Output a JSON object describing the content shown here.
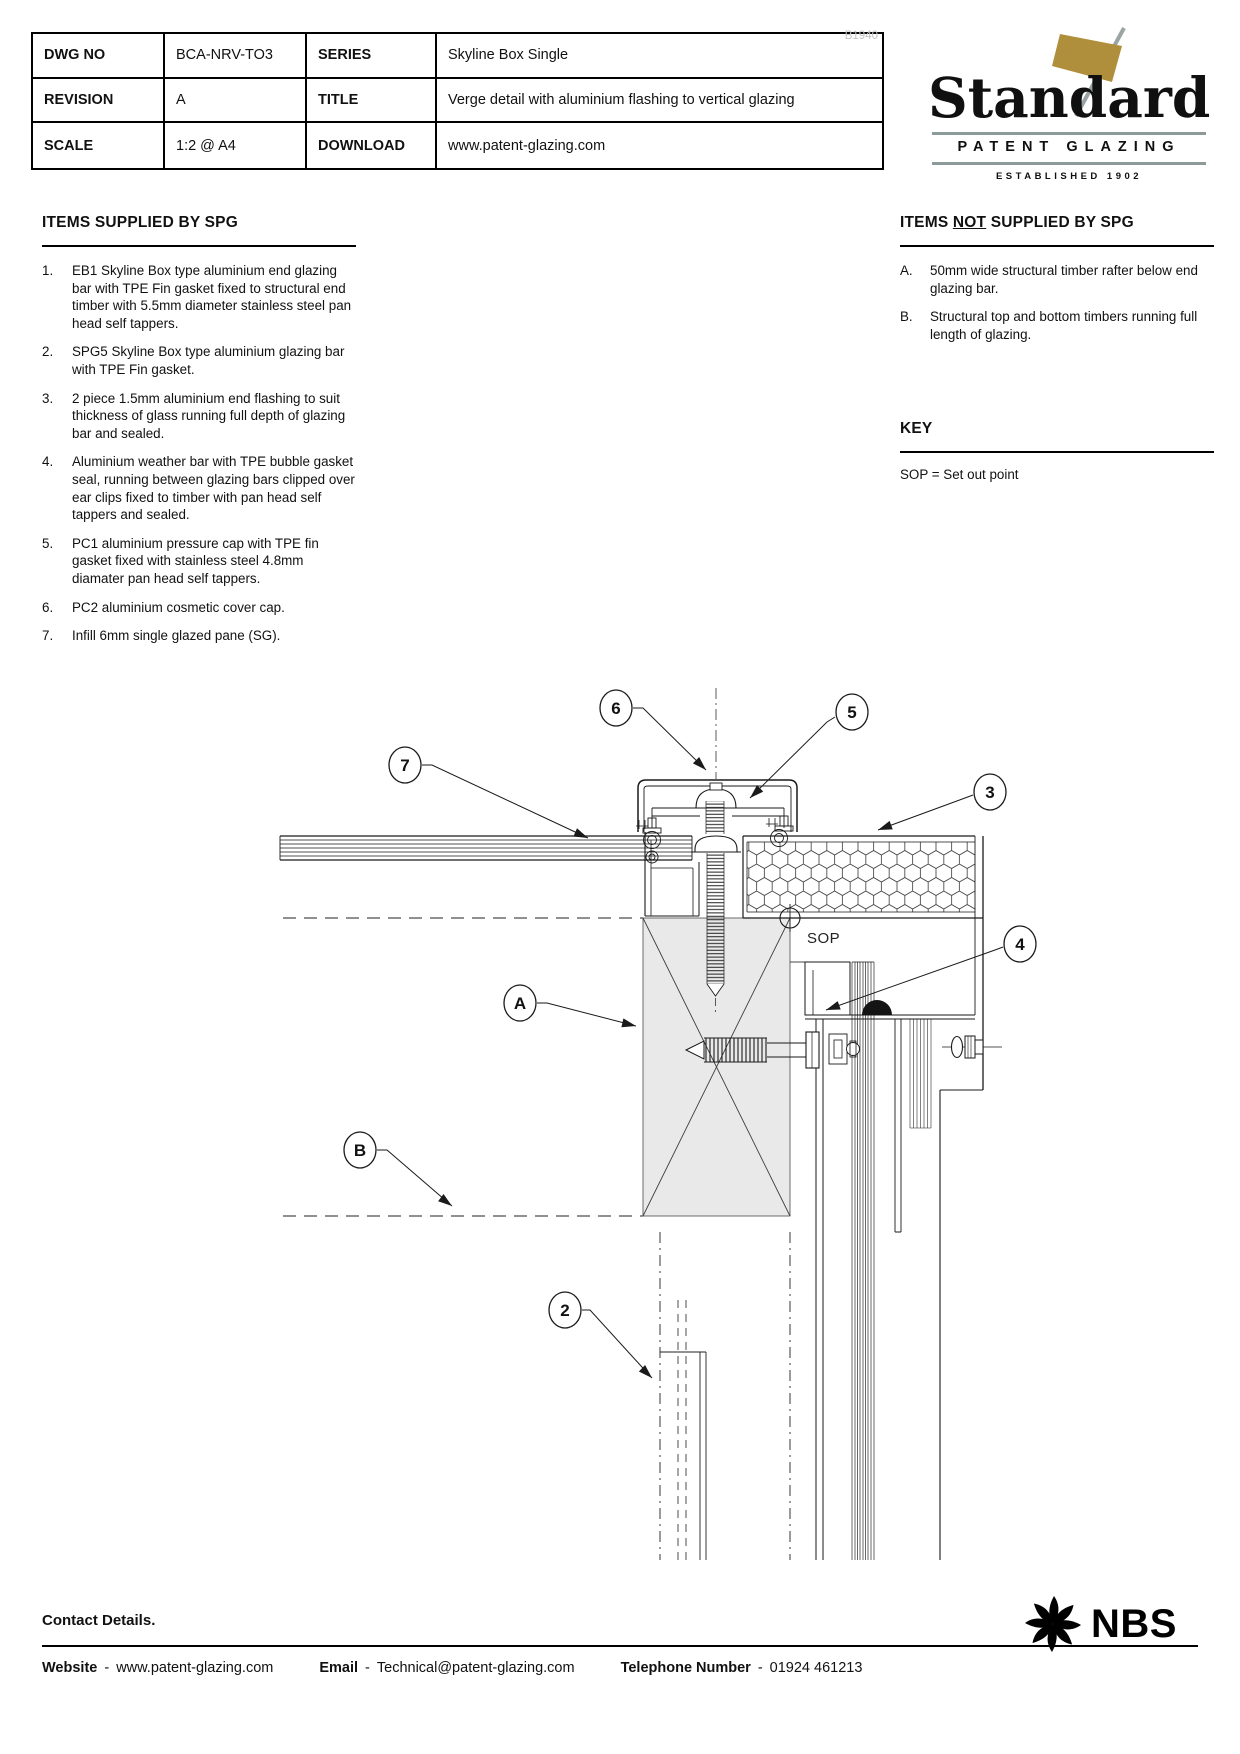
{
  "header": {
    "watermark": "B1940",
    "cells": [
      {
        "label": "DWG NO",
        "value": "BCA-NRV-TO3"
      },
      {
        "label": "SERIES",
        "value": "Skyline Box Single"
      },
      {
        "label": "REVISION",
        "value": "A"
      },
      {
        "label": "TITLE",
        "value": "Verge detail with aluminium flashing to vertical glazing"
      },
      {
        "label": "SCALE",
        "value": "1:2 @ A4"
      },
      {
        "label": "DOWNLOAD",
        "value": "www.patent-glazing.com"
      }
    ]
  },
  "logo": {
    "word": "Standard",
    "subtitle": "PATENT GLAZING",
    "established": "ESTABLISHED 1902",
    "flag_color": "#b08f3c"
  },
  "supplied": {
    "heading": "ITEMS SUPPLIED BY SPG",
    "items": [
      {
        "num": "1.",
        "text": "EB1 Skyline Box type aluminium end glazing bar with TPE Fin gasket fixed to structural end timber with 5.5mm diameter stainless steel pan head self tappers."
      },
      {
        "num": "2.",
        "text": "SPG5 Skyline Box type aluminium glazing bar with TPE Fin gasket."
      },
      {
        "num": "3.",
        "text": "2 piece 1.5mm aluminium end flashing to suit thickness of glass running full depth of glazing bar and sealed."
      },
      {
        "num": "4.",
        "text": "Aluminium weather bar with TPE bubble gasket seal, running between glazing bars clipped over ear clips fixed to timber with pan head self tappers and sealed."
      },
      {
        "num": "5.",
        "text": "PC1 aluminium pressure cap with TPE fin gasket fixed with stainless steel 4.8mm diamater pan head self tappers."
      },
      {
        "num": "6.",
        "text": "PC2 aluminium cosmetic cover cap."
      },
      {
        "num": "7.",
        "text": "Infill 6mm single glazed pane (SG)."
      }
    ]
  },
  "not_supplied": {
    "heading_pre": "ITEMS",
    "heading_not": "NOT",
    "heading_post": "SUPPLIED BY SPG",
    "items": [
      {
        "num": "A.",
        "text": "50mm wide structural timber rafter below end glazing bar."
      },
      {
        "num": "B.",
        "text": "Structural top and bottom timbers running full length of glazing."
      }
    ]
  },
  "key": {
    "heading": "KEY",
    "text": "SOP = Set out point"
  },
  "drawing": {
    "sop": "SOP",
    "callouts": [
      "6",
      "5",
      "7",
      "3",
      "4",
      "A",
      "B",
      "2"
    ]
  },
  "footer": {
    "heading": "Contact Details.",
    "website_label": "Website",
    "website_value": "www.patent-glazing.com",
    "email_label": "Email",
    "email_value": "Technical@patent-glazing.com",
    "phone_label": "Telephone Number",
    "phone_value": "01924 461213",
    "dash": "-",
    "nbs_label": "NBS"
  },
  "colors": {
    "line": "#1a1a1a",
    "timber_fill": "#e9e9e9",
    "logo_gold": "#b08f3c",
    "logo_rule_gray": "#8d9a9a",
    "watermark_gray": "#c3c3c3"
  }
}
